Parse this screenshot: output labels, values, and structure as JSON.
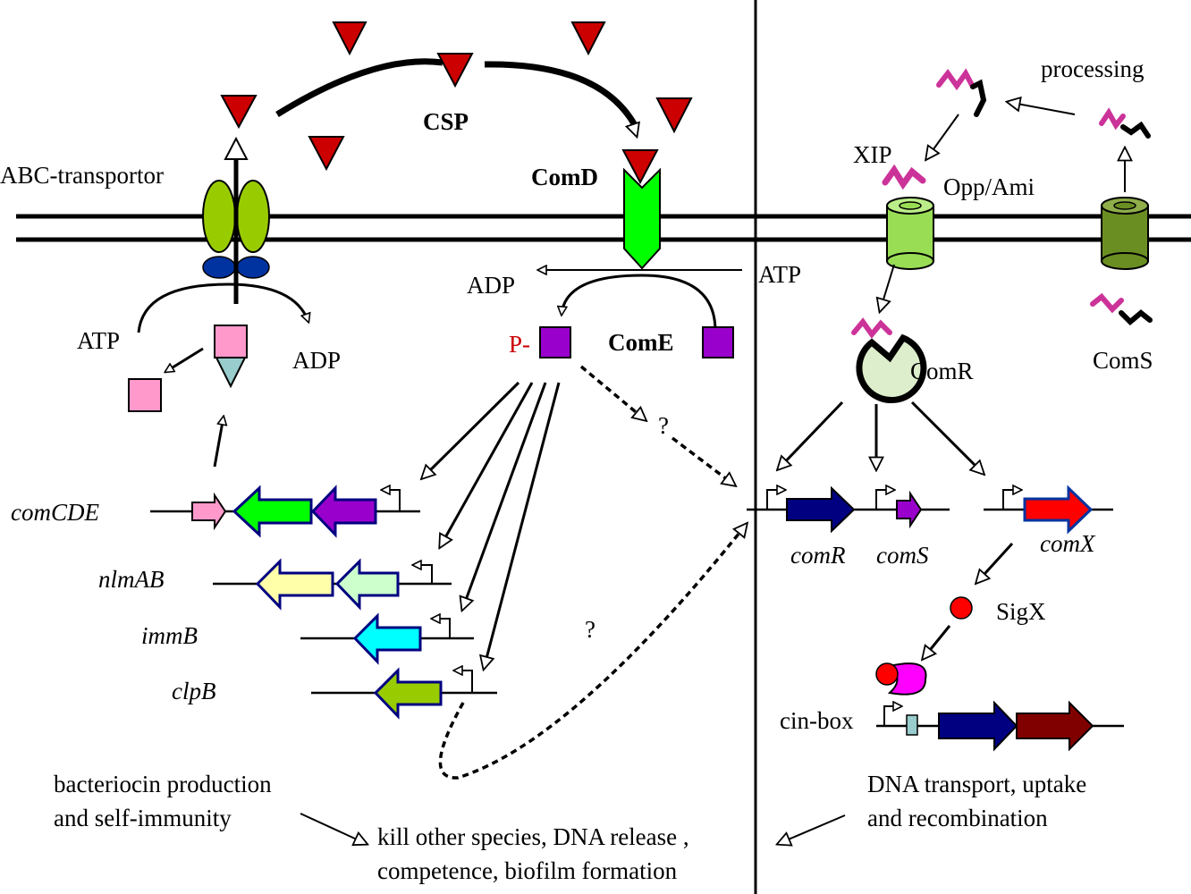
{
  "labels": {
    "abc_transporter": "ABC-transportor",
    "csp": "CSP",
    "comd": "ComD",
    "atp_left": "ATP",
    "adp_left": "ADP",
    "adp_mid": "ADP",
    "atp_mid": "ATP",
    "phospho": "P-",
    "come": "ComE",
    "question_top": "?",
    "question_bottom": "?",
    "processing": "processing",
    "xip": "XIP",
    "opp_ami": "Opp/Ami",
    "comr_protein": "ComR",
    "coms_protein": "ComS",
    "sigx": "SigX",
    "cin_box": "cin-box"
  },
  "genes": {
    "comcde": "comCDE",
    "nlmab": "nlmAB",
    "immb": "immB",
    "clpb": "clpB",
    "comr": "comR",
    "coms": "comS",
    "comx": "comX"
  },
  "outcomes": {
    "left_line1": "bacteriocin production",
    "left_line2": "and self-immunity",
    "center_line1": "kill other species, DNA release ,",
    "center_line2": "competence, biofilm formation",
    "right_line1": "DNA transport, uptake",
    "right_line2": "and recombination"
  },
  "colors": {
    "csp_triangle": "#cc0000",
    "transporter_green": "#99cc00",
    "transporter_blue": "#0033a0",
    "comd_green": "#00ff00",
    "come_purple": "#9900cc",
    "pink_box": "#ff99cc",
    "light_blue": "#99cccc",
    "opp_green": "#99dd55",
    "coms_green": "#6b8e23",
    "peptide_magenta": "#cc3399",
    "navy_gene": "#000080",
    "comx_red": "#ff0000",
    "maroon_gene": "#800000",
    "nlm_yellow": "#ffffaa",
    "nlm_mint": "#ccffcc",
    "immb_cyan": "#00ffff",
    "clpb_olive": "#99cc00",
    "sigx_red": "#ff0000"
  }
}
